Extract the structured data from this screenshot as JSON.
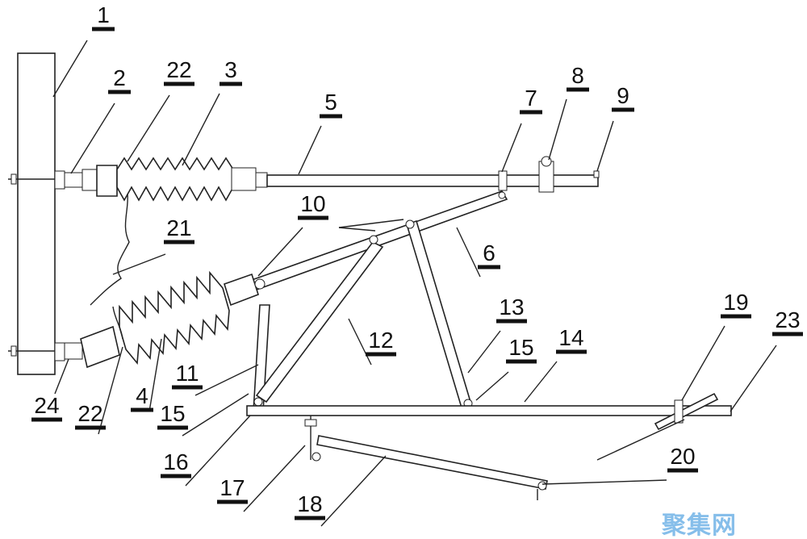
{
  "labels": [
    "1",
    "2",
    "22",
    "3",
    "5",
    "7",
    "8",
    "9",
    "10",
    "21",
    "6",
    "13",
    "15",
    "14",
    "19",
    "23",
    "12",
    "11",
    "15",
    "16",
    "24",
    "22",
    "4",
    "17",
    "18",
    "20"
  ],
  "watermark": "聚集网"
}
